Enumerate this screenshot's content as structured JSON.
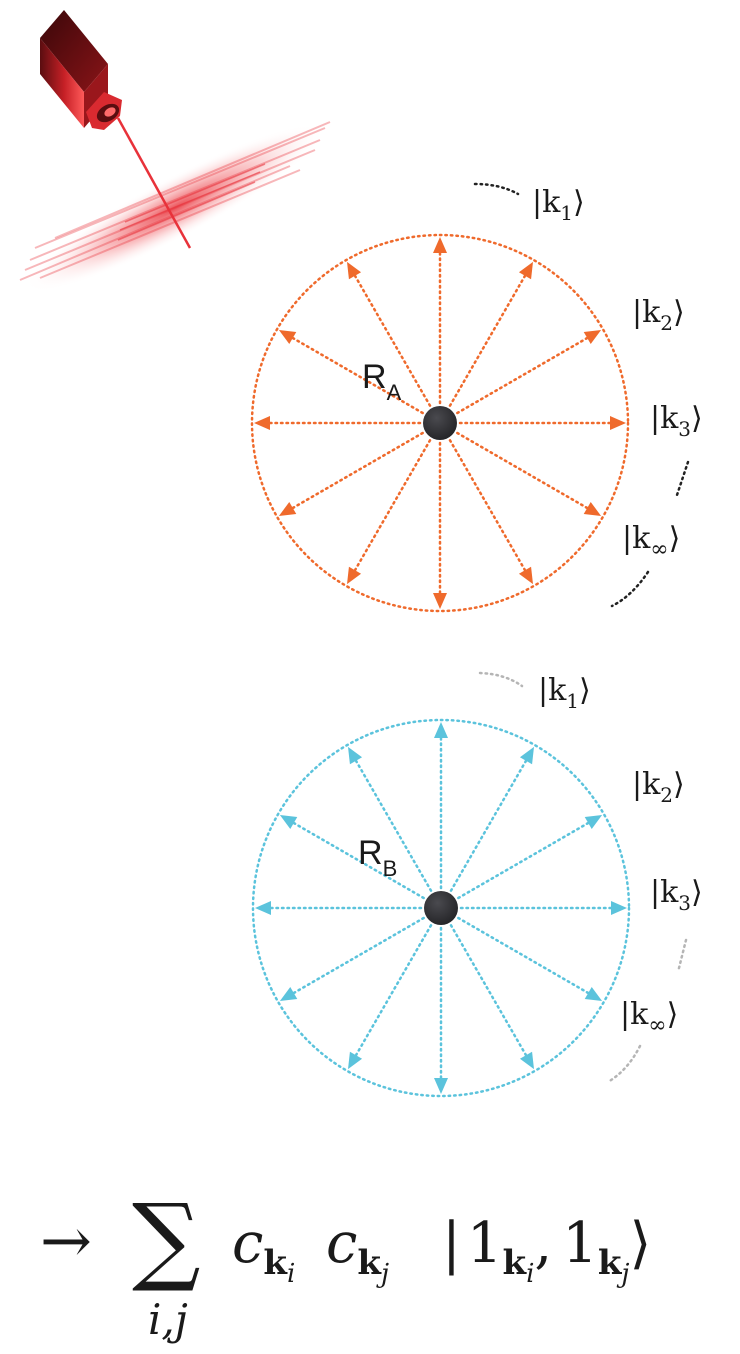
{
  "colors": {
    "atom_a": "#ef6a2c",
    "atom_b": "#5bc3dc",
    "atom_core": "#2f2f33",
    "laser_body": "#c62026",
    "laser_beam": "#e8323a",
    "hint_dots_a": "#222222",
    "hint_dots_b": "#b5b5b5"
  },
  "atoms": [
    {
      "id": "A",
      "label_main": "R",
      "label_sub": "A",
      "color": "#ef6a2c",
      "kets": [
        {
          "base": "|k",
          "sub": "1",
          "close": "⟩"
        },
        {
          "base": "|k",
          "sub": "2",
          "close": "⟩"
        },
        {
          "base": "|k",
          "sub": "3",
          "close": "⟩"
        },
        {
          "base": "|k",
          "sub": "∞",
          "close": "⟩"
        }
      ]
    },
    {
      "id": "B",
      "label_main": "R",
      "label_sub": "B",
      "color": "#5bc3dc",
      "kets": [
        {
          "base": "|k",
          "sub": "1",
          "close": "⟩"
        },
        {
          "base": "|k",
          "sub": "2",
          "close": "⟩"
        },
        {
          "base": "|k",
          "sub": "3",
          "close": "⟩"
        },
        {
          "base": "|k",
          "sub": "∞",
          "close": "⟩"
        }
      ]
    }
  ],
  "formula": {
    "arrow": "→",
    "sum": "∑",
    "sum_index": "i,j",
    "c": "c",
    "k": "k",
    "i": "i",
    "j": "j",
    "ket_open": "|",
    "one": "1",
    "comma": ",",
    "ket_close": "⟩"
  }
}
